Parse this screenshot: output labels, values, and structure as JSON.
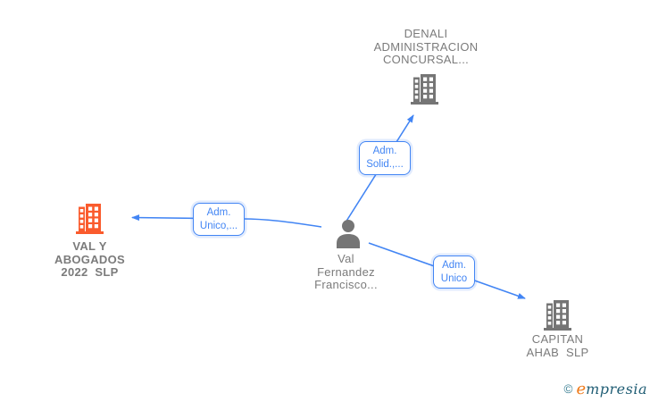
{
  "colors": {
    "accent_blue": "#4285F4",
    "gray_text": "#7b7b7b",
    "gray_icon": "#757575",
    "orange_icon": "#FA5B2D",
    "logo_teal": "#3A7F93",
    "logo_orange": "#EF7A1A",
    "logo_dark": "#215E75"
  },
  "nodes": {
    "denali": {
      "type": "company",
      "label": "DENALI\nADMINISTRACION\nCONCURSAL..."
    },
    "val_y_abogados": {
      "type": "company",
      "highlighted": true,
      "label": "VAL Y\nABOGADOS\n2022  SLP"
    },
    "person": {
      "type": "person",
      "label": "Val\nFernandez\nFrancisco..."
    },
    "capitan_ahab": {
      "type": "company",
      "label": "CAPITAN\nAHAB  SLP"
    }
  },
  "edges": {
    "person_to_denali": {
      "label": "Adm.\nSolid.,..."
    },
    "person_to_val": {
      "label": "Adm.\nUnico,..."
    },
    "person_to_capitan": {
      "label": "Adm.\nUnico"
    }
  },
  "footer": {
    "copyright": "©",
    "brand_first_letter": "e",
    "brand_rest": "mpresia"
  }
}
